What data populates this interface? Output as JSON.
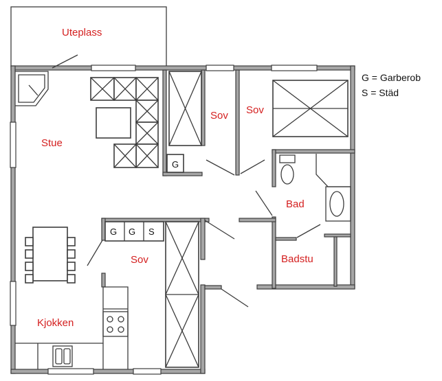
{
  "rooms": {
    "uteplass": "Uteplass",
    "stue": "Stue",
    "sov1": "Sov",
    "sov2": "Sov",
    "sov3": "Sov",
    "bad": "Bad",
    "badstu": "Badstu",
    "kjokken": "Kjokken"
  },
  "closets": {
    "bedroom1": "G",
    "bedroom3": [
      "G",
      "G",
      "S"
    ]
  },
  "legend": {
    "garderob": "G = Garberob",
    "stad": "S = Städ"
  },
  "colors": {
    "label": "#d42020",
    "wall": "#a6a6a6",
    "line": "#3c3c3c"
  }
}
